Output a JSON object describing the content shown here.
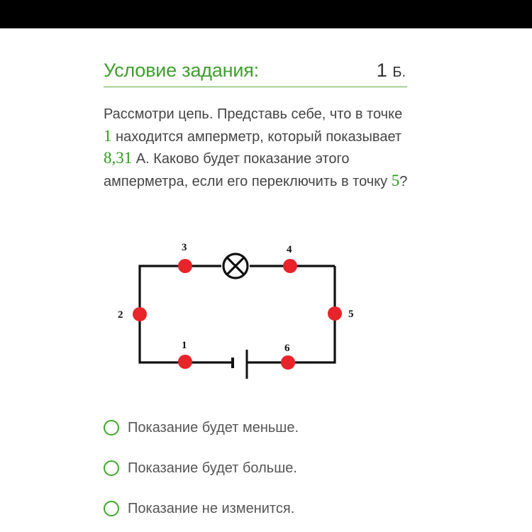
{
  "header": {
    "title": "Условие задания:",
    "score_value": "1",
    "score_unit": "Б."
  },
  "question": {
    "p1": "Рассмотри цепь. Представь себе, что в точке ",
    "n1": "1",
    "p2": " находится амперметр, который показывает ",
    "n2": "8,31",
    "p3": " А. Каково будет показание этого амперметра, если его переключить в точку ",
    "n3": "5",
    "p4": "?"
  },
  "circuit": {
    "points": [
      "1",
      "2",
      "3",
      "4",
      "5",
      "6"
    ],
    "lamp_icon": "lamp-icon",
    "battery_icon": "battery-icon",
    "point_color": "#e8232a"
  },
  "answers": [
    {
      "label": "Показание будет меньше."
    },
    {
      "label": "Показание будет больше."
    },
    {
      "label": "Показание не изменится."
    }
  ],
  "colors": {
    "accent": "#3f9e2c",
    "text": "#444444"
  }
}
